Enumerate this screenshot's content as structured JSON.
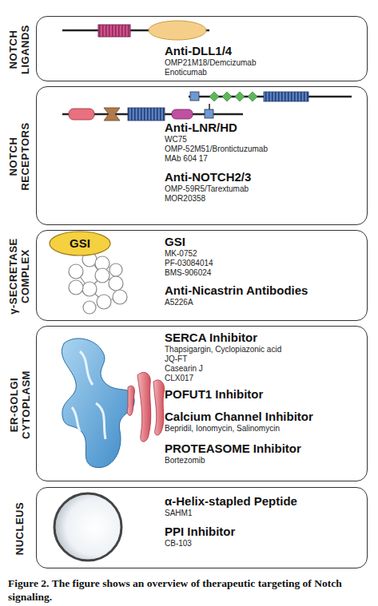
{
  "diagram": {
    "caption": "Figure 2. The figure shows an overview of therapeutic targeting of Notch signaling.",
    "nodes": [
      {
        "text": [
          "NOTCH LIGANDS",
          "Anti-DLL1/4",
          "OMP21M18/Demcizumab",
          "Enoticumab"
        ]
      },
      {
        "text": [
          "NOTCH RECEPTORS",
          "Anti-LNR/HD",
          "WC75",
          "OMP-52M51/Brontictuzumab",
          "MAb 604 17",
          "Anti-NOTCH2/3",
          "OMP-59R5/Tarextumab",
          "MOR20358"
        ]
      },
      {
        "text": [
          "γ-SECRETASE COMPLEX",
          "GSI",
          "MK-0752",
          "PF-03084014",
          "BMS-906024",
          "Anti-Nicastrin Antibodies",
          "A5226A"
        ]
      },
      {
        "text": [
          "ER-GOLGI CYTOPLASM",
          "SERCA Inhibitor",
          "Thapsigargin, Cyclopiazonic acid",
          "JQ-FT",
          "Casearin J",
          "CLX017",
          "POFUT1 Inhibitor",
          "Calcium Channel Inhibitor",
          "Bepridil, Ionomycin, Salinomycin",
          "PROTEASOME Inhibitor",
          "Bortezomib"
        ]
      },
      {
        "text": [
          "NUCLEUS",
          "α-Helix-stapled Peptide",
          "SAHM1",
          "PPI Inhibitor",
          "CB-103"
        ]
      }
    ],
    "labels": [
      "GSI"
    ]
  }
}
